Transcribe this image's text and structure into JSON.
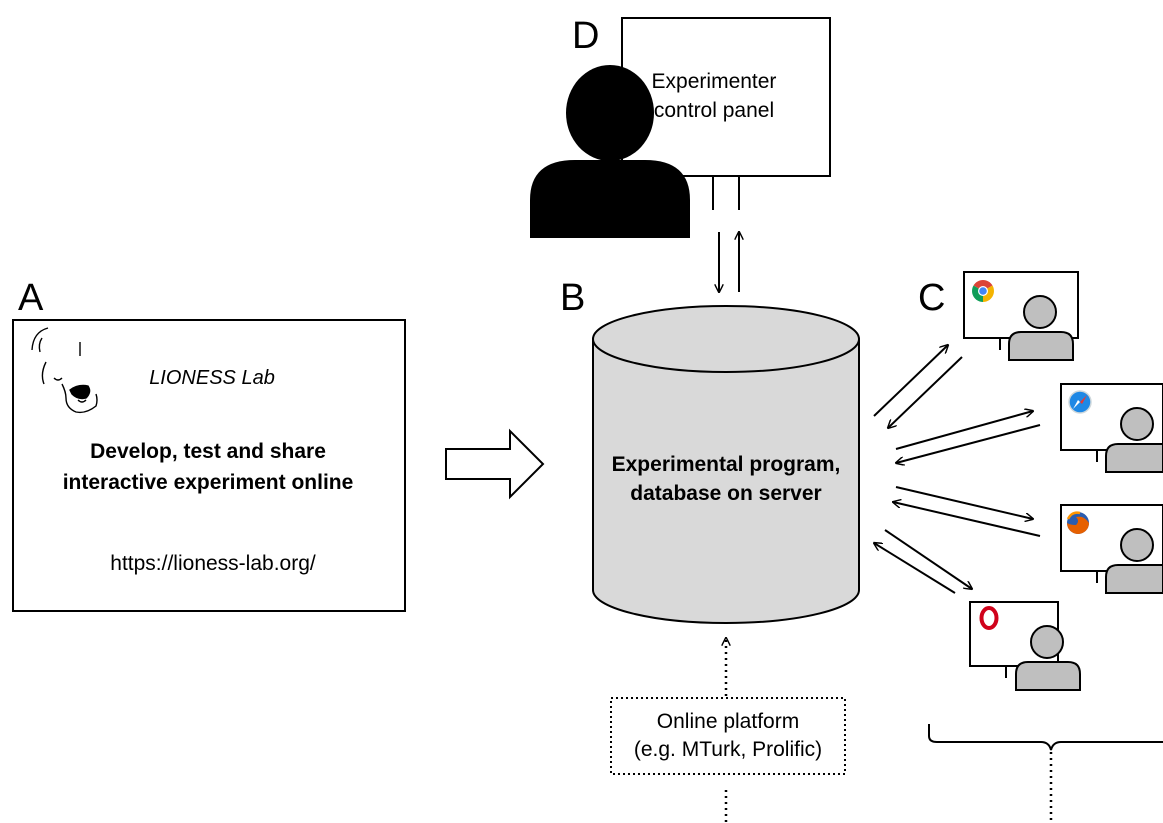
{
  "panels": {
    "a": {
      "letter": "A",
      "brand": "LIONESS Lab",
      "tagline_line1": "Develop, test and share",
      "tagline_line2": "interactive experiment online",
      "url": "https://lioness-lab.org/"
    },
    "b": {
      "letter": "B",
      "label_line1": "Experimental program,",
      "label_line2": "database on server"
    },
    "c": {
      "letter": "C",
      "participants": [
        {
          "browser_icon": "chrome-icon"
        },
        {
          "browser_icon": "safari-icon"
        },
        {
          "browser_icon": "firefox-icon"
        },
        {
          "browser_icon": "opera-icon"
        }
      ]
    },
    "d": {
      "letter": "D",
      "label_line1": "Experimenter",
      "label_line2": "control panel"
    }
  },
  "platform": {
    "label_line1": "Online platform",
    "label_line2": "(e.g. MTurk, Prolific)"
  },
  "colors": {
    "cylinder_fill": "#d9d9d9",
    "participant_fill": "#bfbfbf",
    "stroke": "#000000",
    "chrome_red": "#db4437",
    "chrome_yellow": "#f4b400",
    "chrome_green": "#0f9d58",
    "chrome_blue": "#4285f4",
    "safari_blue": "#1e88e5",
    "firefox_orange": "#e66000",
    "firefox_blue": "#2a5db0",
    "opera_red": "#d0021b"
  }
}
